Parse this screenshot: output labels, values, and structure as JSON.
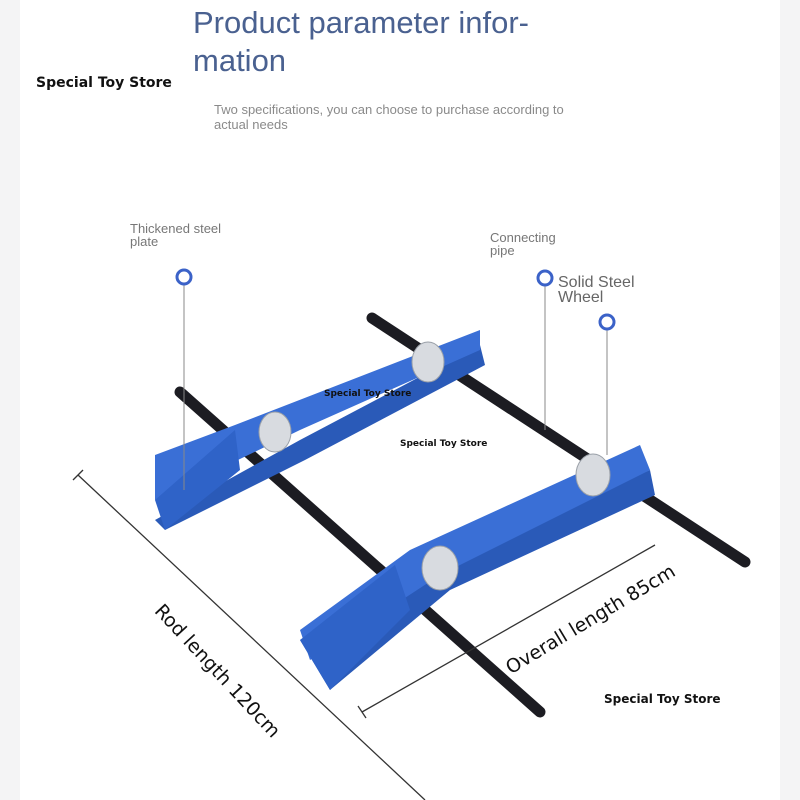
{
  "header": {
    "title": "Product parameter information",
    "title_line1": "Product parameter infor-",
    "title_line2": "mation",
    "subtitle": "Two specifications, you can choose to purchase according to actual needs"
  },
  "watermarks": [
    "Special Toy Store",
    "Special Toy Store",
    "Special Toy Store",
    "Special Toy Store"
  ],
  "callouts": {
    "plate": "Thickened steel plate",
    "pipe": "Connecting pipe",
    "wheel": "Solid Steel Wheel"
  },
  "dimensions": {
    "rod": "Rod length 120cm",
    "overall": "Overall length 85cm"
  },
  "colors": {
    "frame": "#2f63c8",
    "rod": "#1c1c22",
    "title": "#4a6190"
  }
}
